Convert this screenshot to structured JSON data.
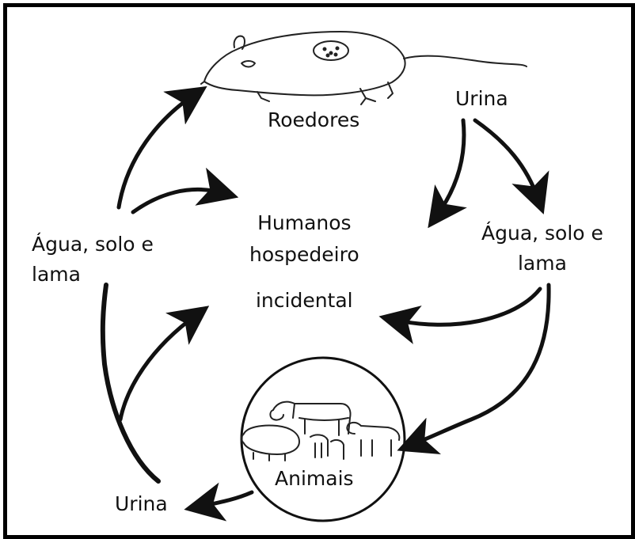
{
  "diagram": {
    "labels": {
      "rodents": "Roedores",
      "urine_top": "Urina",
      "water_right_line1": "Água, solo e",
      "water_right_line2": "lama",
      "water_left_line1": "Água, solo e",
      "water_left_line2": "lama",
      "humans_line1": "Humanos",
      "humans_line2": "hospedeiro",
      "humans_line3": "incidental",
      "animals": "Animais",
      "urine_bottom": "Urina"
    },
    "icons": {
      "rodent": "rat-illustration",
      "animals": "livestock-illustration"
    },
    "colors": {
      "line": "#111111",
      "background": "#ffffff"
    }
  }
}
